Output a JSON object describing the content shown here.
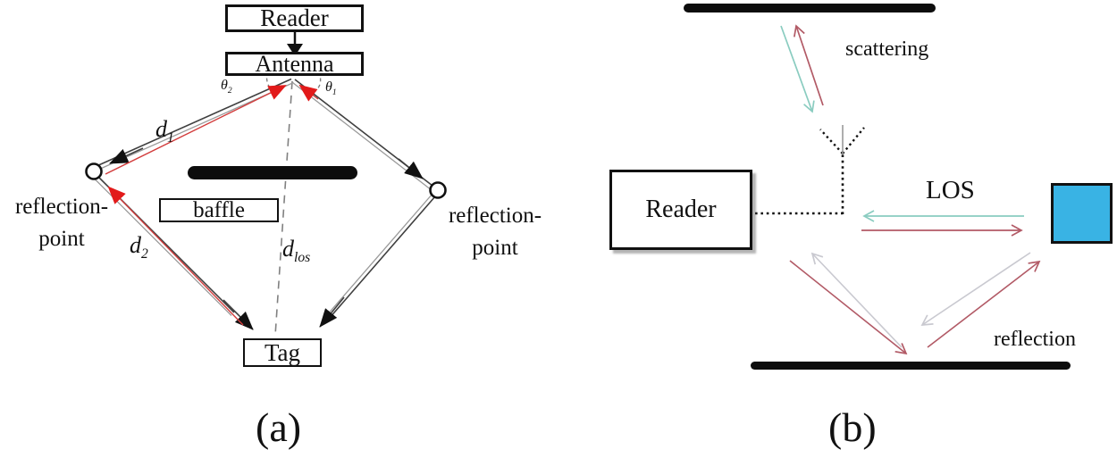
{
  "panel_a": {
    "caption": "(a)",
    "reader_label": "Reader",
    "antenna_label": "Antenna",
    "baffle_label": "baffle",
    "tag_label": "Tag",
    "reflection_point_left": {
      "line1": "reflection-",
      "line2": "point"
    },
    "reflection_point_right": {
      "line1": "reflection-",
      "line2": "point"
    },
    "labels": {
      "d1": {
        "base": "d",
        "sub": "1"
      },
      "d2": {
        "base": "d",
        "sub": "2"
      },
      "dlos": {
        "base": "d",
        "sub": "los"
      },
      "theta1": {
        "base": "θ",
        "sub": "1"
      },
      "theta2": {
        "base": "θ",
        "sub": "2"
      }
    }
  },
  "panel_b": {
    "caption": "(b)",
    "reader_label": "Reader",
    "scattering_label": "scattering",
    "los_label": "LOS",
    "reflection_label": "reflection"
  },
  "colors": {
    "red": "#e21a1a",
    "red_line": "#d23c3c",
    "rose": "#b25a66",
    "teal": "#8accc0",
    "gray_arrow": "#c9c9d0",
    "dark_line": "#3f3f3f",
    "light_line": "#9a9a9a",
    "dash": "#808080",
    "tag_fill": "#39b3e4",
    "ink": "#111111"
  }
}
